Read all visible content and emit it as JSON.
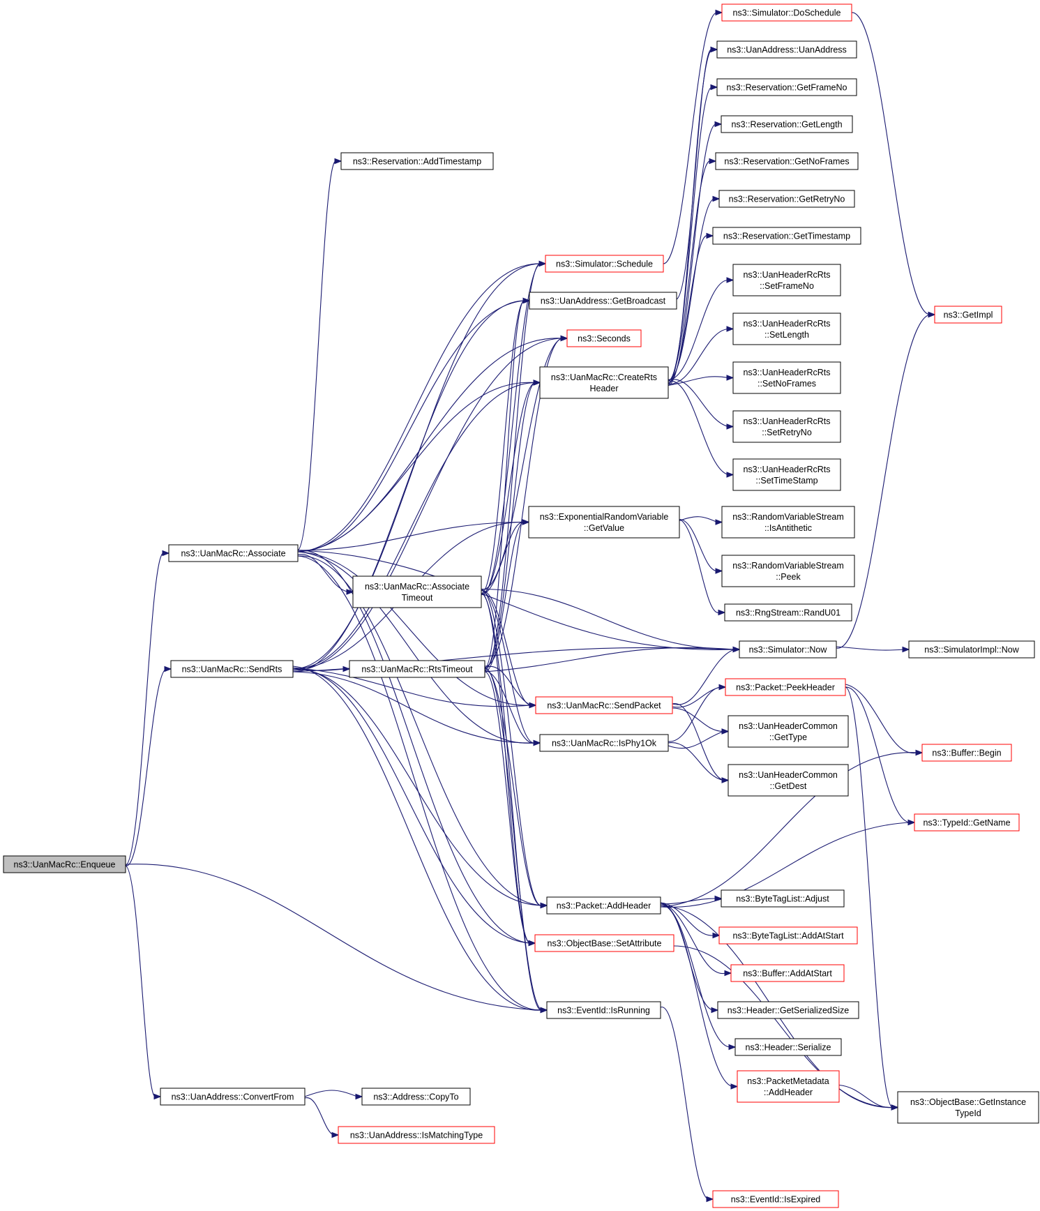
{
  "graph": {
    "colors": {
      "node_border": "#000000",
      "node_border_external": "#ff0000",
      "edge": "#191970",
      "root_fill": "#bfbfbf",
      "node_fill": "#ffffff"
    },
    "nodes": [
      {
        "id": "enqueue",
        "label": "ns3::UanMacRc::Enqueue",
        "root": true
      },
      {
        "id": "associate",
        "label": "ns3::UanMacRc::Associate"
      },
      {
        "id": "sendrts",
        "label": "ns3::UanMacRc::SendRts"
      },
      {
        "id": "convertfrom",
        "label": "ns3::UanAddress::ConvertFrom"
      },
      {
        "id": "copyto",
        "label": "ns3::Address::CopyTo"
      },
      {
        "id": "ismatching",
        "label": "ns3::UanAddress::IsMatchingType",
        "external": true
      },
      {
        "id": "addtimestamp",
        "label": "ns3::Reservation::AddTimestamp"
      },
      {
        "id": "assoctimeout",
        "label": "ns3::UanMacRc::Associate\nTimeout"
      },
      {
        "id": "rtstimeout",
        "label": "ns3::UanMacRc::RtsTimeout"
      },
      {
        "id": "schedule",
        "label": "ns3::Simulator::Schedule",
        "external": true
      },
      {
        "id": "getbroadcast",
        "label": "ns3::UanAddress::GetBroadcast"
      },
      {
        "id": "seconds",
        "label": "ns3::Seconds",
        "external": true
      },
      {
        "id": "creatrts",
        "label": "ns3::UanMacRc::CreateRts\nHeader"
      },
      {
        "id": "expgetvalue",
        "label": "ns3::ExponentialRandomVariable\n::GetValue"
      },
      {
        "id": "sendpacket",
        "label": "ns3::UanMacRc::SendPacket",
        "external": true
      },
      {
        "id": "isphy1ok",
        "label": "ns3::UanMacRc::IsPhy1Ok"
      },
      {
        "id": "addheader",
        "label": "ns3::Packet::AddHeader"
      },
      {
        "id": "setattribute",
        "label": "ns3::ObjectBase::SetAttribute",
        "external": true
      },
      {
        "id": "isrunning",
        "label": "ns3::EventId::IsRunning"
      },
      {
        "id": "doschedule",
        "label": "ns3::Simulator::DoSchedule",
        "external": true
      },
      {
        "id": "uanaddress",
        "label": "ns3::UanAddress::UanAddress"
      },
      {
        "id": "getframeno",
        "label": "ns3::Reservation::GetFrameNo"
      },
      {
        "id": "getlength",
        "label": "ns3::Reservation::GetLength"
      },
      {
        "id": "getnoframes",
        "label": "ns3::Reservation::GetNoFrames"
      },
      {
        "id": "getretryno",
        "label": "ns3::Reservation::GetRetryNo"
      },
      {
        "id": "gettimestamp",
        "label": "ns3::Reservation::GetTimestamp"
      },
      {
        "id": "setframeno",
        "label": "ns3::UanHeaderRcRts\n::SetFrameNo"
      },
      {
        "id": "setlength",
        "label": "ns3::UanHeaderRcRts\n::SetLength"
      },
      {
        "id": "setnoframes",
        "label": "ns3::UanHeaderRcRts\n::SetNoFrames"
      },
      {
        "id": "setretryno",
        "label": "ns3::UanHeaderRcRts\n::SetRetryNo"
      },
      {
        "id": "settimestamp",
        "label": "ns3::UanHeaderRcRts\n::SetTimeStamp"
      },
      {
        "id": "isantithetic",
        "label": "ns3::RandomVariableStream\n::IsAntithetic"
      },
      {
        "id": "peek",
        "label": "ns3::RandomVariableStream\n::Peek"
      },
      {
        "id": "randu01",
        "label": "ns3::RngStream::RandU01"
      },
      {
        "id": "simnow",
        "label": "ns3::Simulator::Now"
      },
      {
        "id": "peekheader",
        "label": "ns3::Packet::PeekHeader",
        "external": true
      },
      {
        "id": "gettype",
        "label": "ns3::UanHeaderCommon\n::GetType"
      },
      {
        "id": "getdest",
        "label": "ns3::UanHeaderCommon\n::GetDest"
      },
      {
        "id": "adjust",
        "label": "ns3::ByteTagList::Adjust"
      },
      {
        "id": "addatstart_btl",
        "label": "ns3::ByteTagList::AddAtStart",
        "external": true
      },
      {
        "id": "addatstart_buf",
        "label": "ns3::Buffer::AddAtStart",
        "external": true
      },
      {
        "id": "getserializedsize",
        "label": "ns3::Header::GetSerializedSize"
      },
      {
        "id": "serialize",
        "label": "ns3::Header::Serialize"
      },
      {
        "id": "pmaddheader",
        "label": "ns3::PacketMetadata\n::AddHeader",
        "external": true
      },
      {
        "id": "isexpired",
        "label": "ns3::EventId::IsExpired",
        "external": true
      },
      {
        "id": "getimpl",
        "label": "ns3::GetImpl",
        "external": true
      },
      {
        "id": "simimplnow",
        "label": "ns3::SimulatorImpl::Now"
      },
      {
        "id": "bufbegin",
        "label": "ns3::Buffer::Begin",
        "external": true
      },
      {
        "id": "typeidname",
        "label": "ns3::TypeId::GetName",
        "external": true
      },
      {
        "id": "getinstancetypeid",
        "label": "ns3::ObjectBase::GetInstance\nTypeId"
      }
    ],
    "edges": [
      [
        "enqueue",
        "associate"
      ],
      [
        "enqueue",
        "sendrts"
      ],
      [
        "enqueue",
        "convertfrom"
      ],
      [
        "enqueue",
        "isrunning"
      ],
      [
        "convertfrom",
        "copyto"
      ],
      [
        "convertfrom",
        "ismatching"
      ],
      [
        "associate",
        "addtimestamp"
      ],
      [
        "associate",
        "schedule"
      ],
      [
        "associate",
        "getbroadcast"
      ],
      [
        "associate",
        "seconds"
      ],
      [
        "associate",
        "creatrts"
      ],
      [
        "associate",
        "expgetvalue"
      ],
      [
        "associate",
        "assoctimeout"
      ],
      [
        "associate",
        "simnow"
      ],
      [
        "associate",
        "sendpacket"
      ],
      [
        "associate",
        "isphy1ok"
      ],
      [
        "associate",
        "addheader"
      ],
      [
        "associate",
        "setattribute"
      ],
      [
        "associate",
        "isrunning"
      ],
      [
        "sendrts",
        "schedule"
      ],
      [
        "sendrts",
        "getbroadcast"
      ],
      [
        "sendrts",
        "seconds"
      ],
      [
        "sendrts",
        "creatrts"
      ],
      [
        "sendrts",
        "expgetvalue"
      ],
      [
        "sendrts",
        "rtstimeout"
      ],
      [
        "sendrts",
        "simnow"
      ],
      [
        "sendrts",
        "sendpacket"
      ],
      [
        "sendrts",
        "isphy1ok"
      ],
      [
        "sendrts",
        "addheader"
      ],
      [
        "sendrts",
        "setattribute"
      ],
      [
        "sendrts",
        "isrunning"
      ],
      [
        "assoctimeout",
        "schedule"
      ],
      [
        "assoctimeout",
        "getbroadcast"
      ],
      [
        "assoctimeout",
        "seconds"
      ],
      [
        "assoctimeout",
        "creatrts"
      ],
      [
        "assoctimeout",
        "expgetvalue"
      ],
      [
        "assoctimeout",
        "simnow"
      ],
      [
        "assoctimeout",
        "sendpacket"
      ],
      [
        "assoctimeout",
        "isphy1ok"
      ],
      [
        "assoctimeout",
        "addheader"
      ],
      [
        "assoctimeout",
        "setattribute"
      ],
      [
        "assoctimeout",
        "isrunning"
      ],
      [
        "rtstimeout",
        "schedule"
      ],
      [
        "rtstimeout",
        "getbroadcast"
      ],
      [
        "rtstimeout",
        "seconds"
      ],
      [
        "rtstimeout",
        "creatrts"
      ],
      [
        "rtstimeout",
        "expgetvalue"
      ],
      [
        "rtstimeout",
        "simnow"
      ],
      [
        "rtstimeout",
        "sendpacket"
      ],
      [
        "rtstimeout",
        "isphy1ok"
      ],
      [
        "rtstimeout",
        "addheader"
      ],
      [
        "rtstimeout",
        "setattribute"
      ],
      [
        "rtstimeout",
        "isrunning"
      ],
      [
        "schedule",
        "doschedule"
      ],
      [
        "doschedule",
        "getimpl"
      ],
      [
        "getbroadcast",
        "uanaddress"
      ],
      [
        "creatrts",
        "uanaddress"
      ],
      [
        "creatrts",
        "getframeno"
      ],
      [
        "creatrts",
        "getlength"
      ],
      [
        "creatrts",
        "getnoframes"
      ],
      [
        "creatrts",
        "getretryno"
      ],
      [
        "creatrts",
        "gettimestamp"
      ],
      [
        "creatrts",
        "setframeno"
      ],
      [
        "creatrts",
        "setlength"
      ],
      [
        "creatrts",
        "setnoframes"
      ],
      [
        "creatrts",
        "setretryno"
      ],
      [
        "creatrts",
        "settimestamp"
      ],
      [
        "expgetvalue",
        "isantithetic"
      ],
      [
        "expgetvalue",
        "peek"
      ],
      [
        "expgetvalue",
        "randu01"
      ],
      [
        "simnow",
        "getimpl"
      ],
      [
        "simnow",
        "simimplnow"
      ],
      [
        "sendpacket",
        "simnow"
      ],
      [
        "sendpacket",
        "peekheader"
      ],
      [
        "sendpacket",
        "gettype"
      ],
      [
        "sendpacket",
        "getdest"
      ],
      [
        "isphy1ok",
        "peekheader"
      ],
      [
        "isphy1ok",
        "gettype"
      ],
      [
        "isphy1ok",
        "getdest"
      ],
      [
        "peekheader",
        "bufbegin"
      ],
      [
        "peekheader",
        "typeidname"
      ],
      [
        "peekheader",
        "getinstancetypeid"
      ],
      [
        "addheader",
        "bufbegin"
      ],
      [
        "addheader",
        "typeidname"
      ],
      [
        "addheader",
        "adjust"
      ],
      [
        "addheader",
        "addatstart_btl"
      ],
      [
        "addheader",
        "addatstart_buf"
      ],
      [
        "addheader",
        "getserializedsize"
      ],
      [
        "addheader",
        "serialize"
      ],
      [
        "addheader",
        "pmaddheader"
      ],
      [
        "addheader",
        "getinstancetypeid"
      ],
      [
        "pmaddheader",
        "getinstancetypeid"
      ],
      [
        "setattribute",
        "getinstancetypeid"
      ],
      [
        "isrunning",
        "isexpired"
      ]
    ]
  }
}
